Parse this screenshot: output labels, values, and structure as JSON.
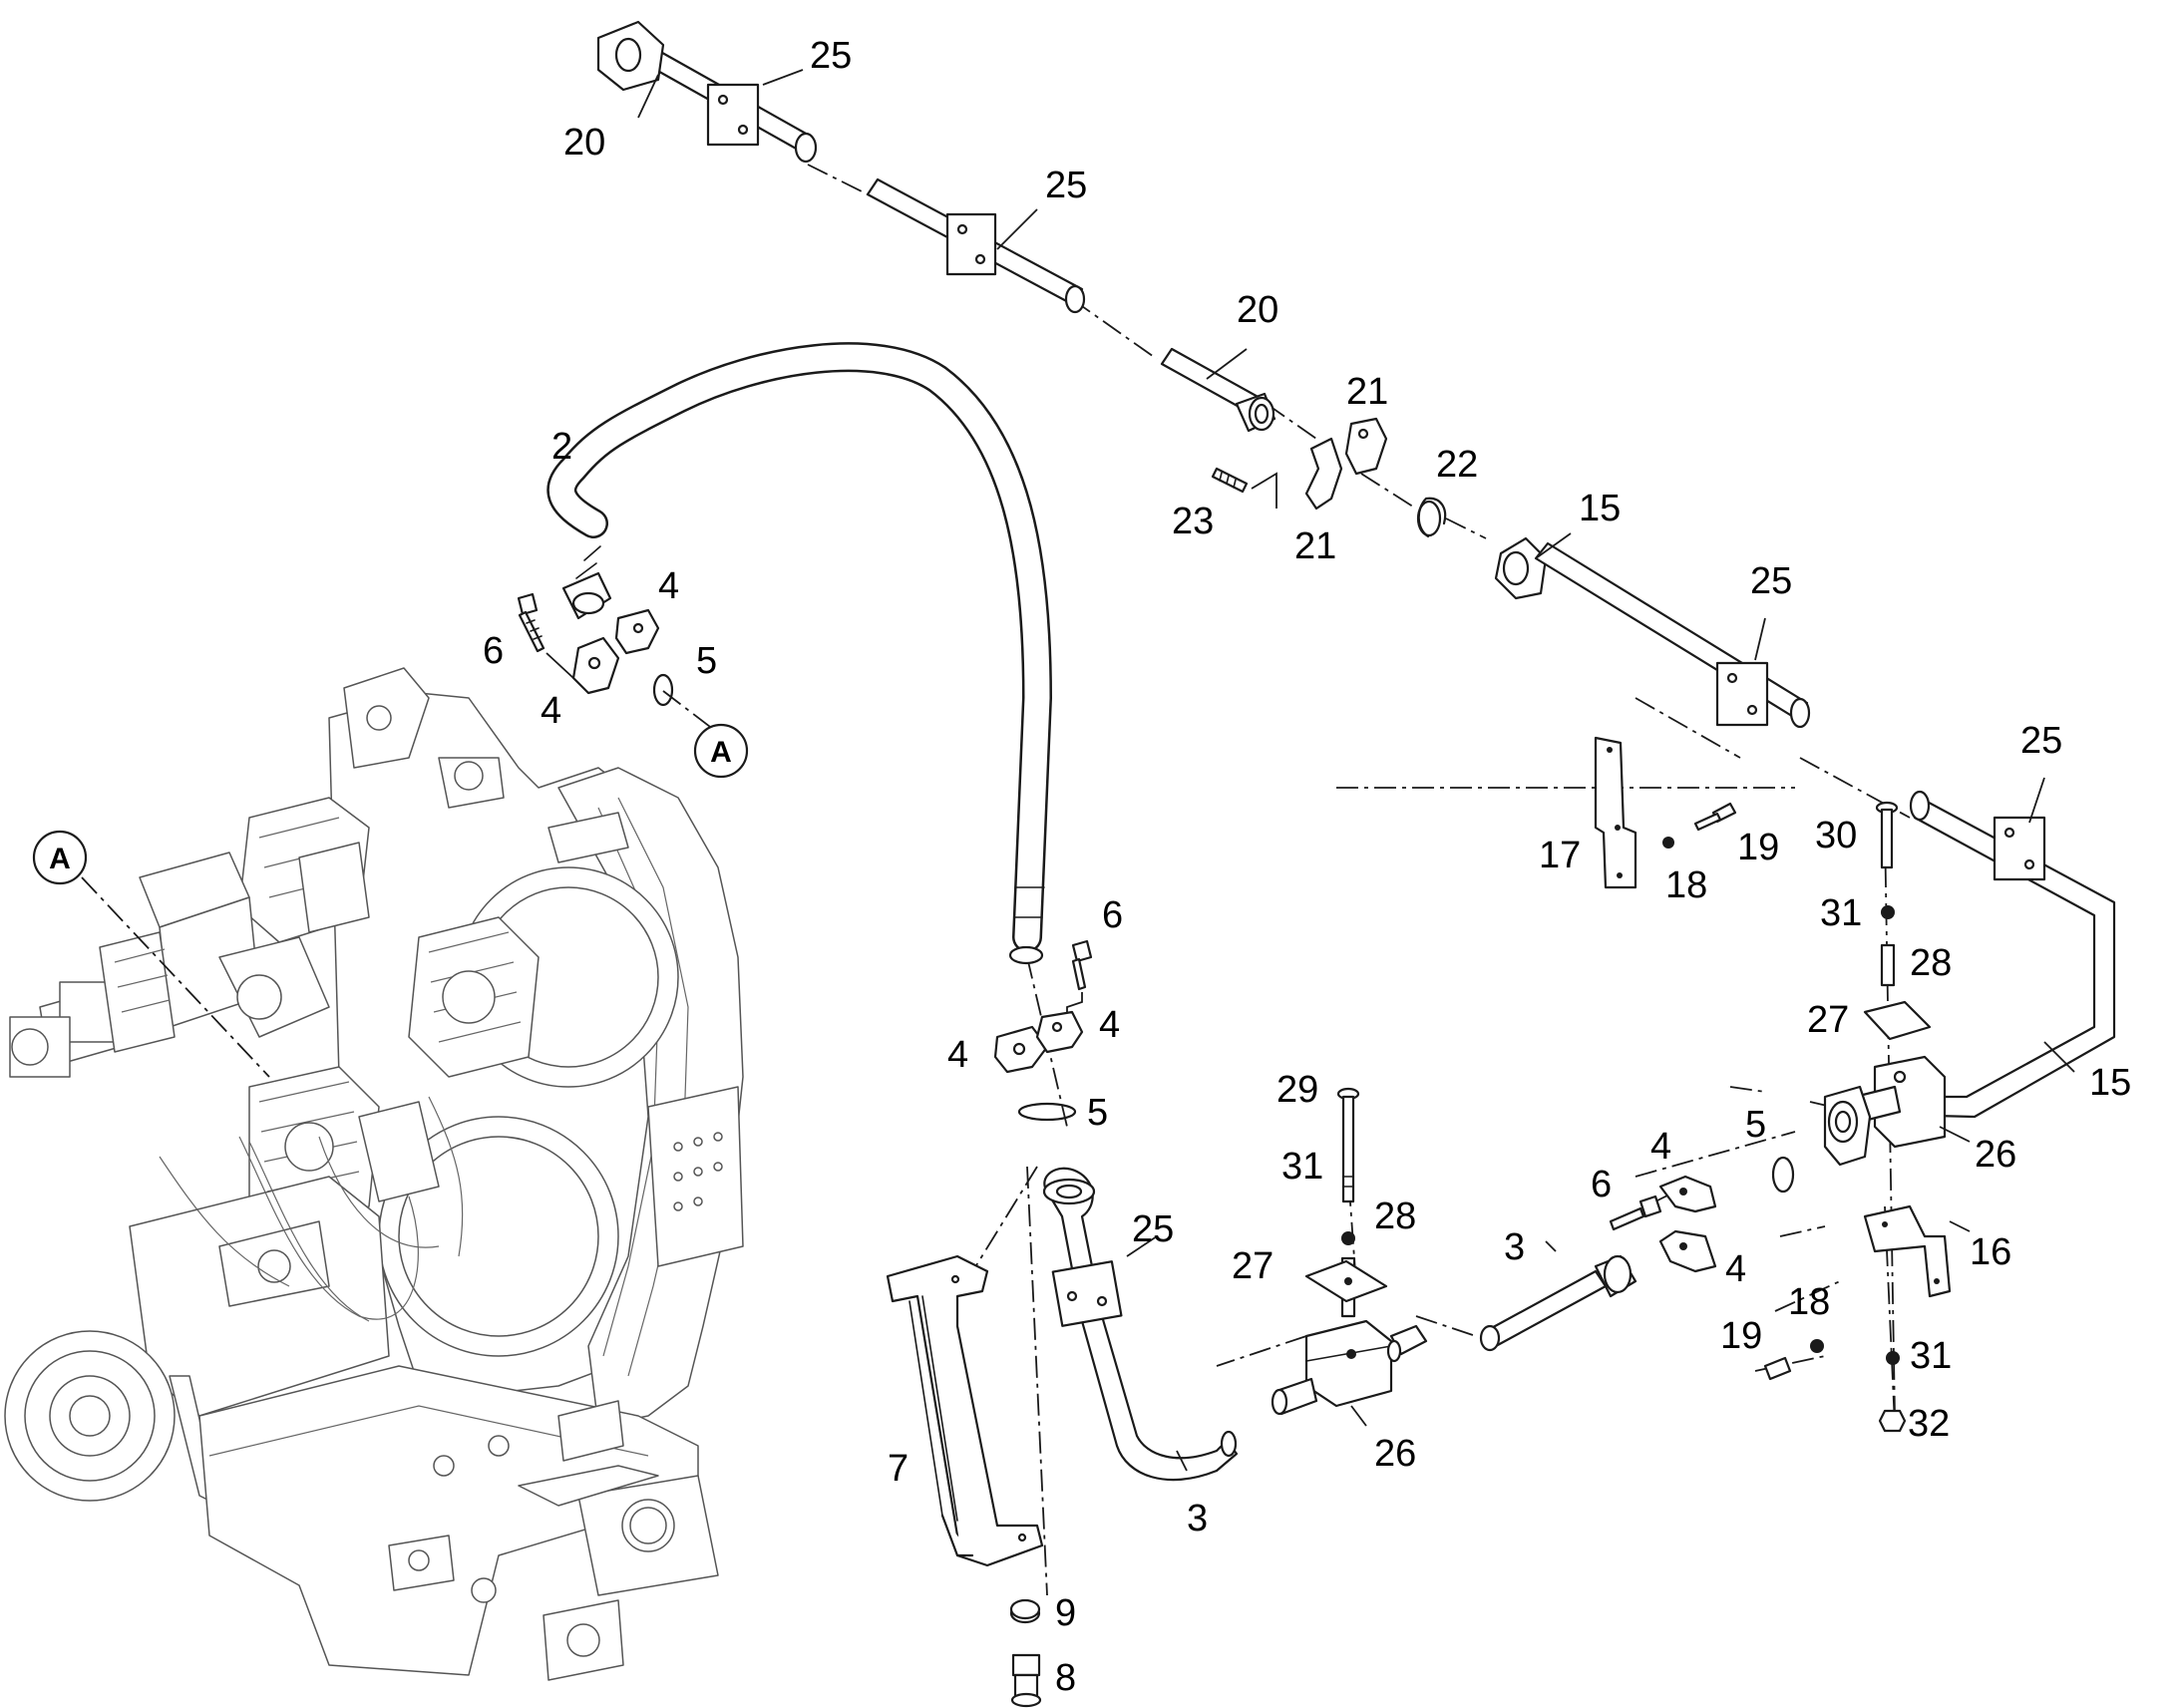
{
  "callouts": {
    "c20a": "20",
    "c25a": "25",
    "c25b": "25",
    "c20b": "20",
    "c2": "2",
    "c21a": "21",
    "c21b": "21",
    "c22": "22",
    "c23": "23",
    "c15a": "15",
    "c4a": "4",
    "c6a": "6",
    "c5a": "5",
    "c4b": "4",
    "c25c": "25",
    "c25d": "25",
    "c17": "17",
    "c18a": "18",
    "c19a": "19",
    "c30": "30",
    "c31a": "31",
    "c28a": "28",
    "c6b": "6",
    "c4c": "4",
    "c4d": "4",
    "c27a": "27",
    "c15b": "15",
    "c5b": "5",
    "c29": "29",
    "c5c": "5",
    "c31b": "31",
    "c26a": "26",
    "c28b": "28",
    "c4e": "4",
    "c6c": "6",
    "c25e": "25",
    "c27b": "27",
    "c3a": "3",
    "c4f": "4",
    "c16": "16",
    "c18b": "18",
    "c19b": "19",
    "c31c": "31",
    "c26b": "26",
    "c32": "32",
    "c7": "7",
    "c3b": "3",
    "c9": "9",
    "c8": "8"
  },
  "reference_marks": {
    "ref_a_left": "A",
    "ref_a_right": "A"
  },
  "colors": {
    "line": "#1a1a1a",
    "machine": "#555555",
    "background": "#ffffff"
  }
}
